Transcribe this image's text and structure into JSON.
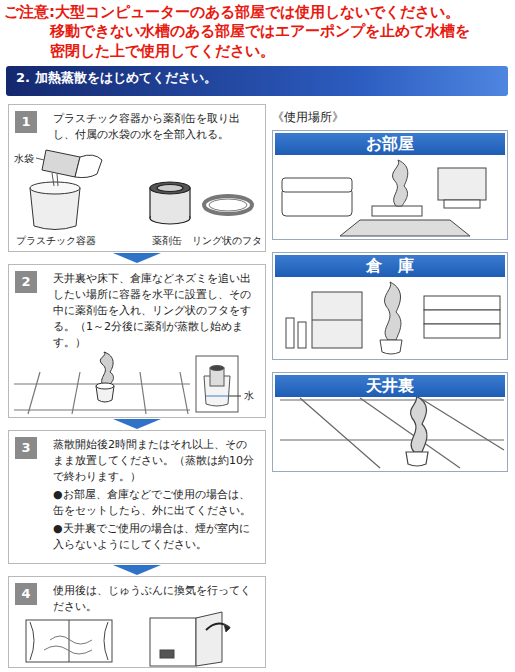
{
  "diagram": {
    "nodes": [
      {
        "text": [
          "2. 加熱蒸散をはじめてください。"
        ]
      },
      {
        "text": [
          "1",
          "プラスチック容器から薬剤缶を取り出し、付属の水袋の水を全部入れる。"
        ]
      },
      {
        "text": [
          "2",
          "天井裏や床下、倉庫などネズミを追い出したい場所に容器を水平に設置し、その中に薬剤缶を入れ、リング状のフタをする。（1～2分後に薬剤が蒸散し始めます。）"
        ]
      },
      {
        "text": [
          "3",
          "蒸散開始後2時間またはそれ以上、そのまま放置してください。（蒸散は約10分で終わります。）",
          "●お部屋、倉庫などでご使用の場合は、缶をセットしたら、外に出てください。",
          "●天井裏でご使用の場合は、煙が室内に入らないようにしてください。"
        ]
      },
      {
        "text": [
          "4",
          "使用後は、じゅうぶんに換気を行ってください。"
        ]
      },
      {
        "text": [
          "お部屋"
        ]
      },
      {
        "text": [
          "倉　庫"
        ]
      },
      {
        "text": [
          "天井裏"
        ]
      }
    ],
    "edges": [
      {
        "from": 1,
        "to": 2,
        "arrow": "to"
      },
      {
        "from": 2,
        "to": 3,
        "arrow": "to"
      },
      {
        "from": 3,
        "to": 4,
        "arrow": "to"
      }
    ],
    "labels": [
      "ご注意:大型コンピューターのある部屋では使用しないでください。",
      "移動できない水槽のある部屋ではエアーポンプを止めて水槽を密閉した上で使用してください。",
      "《使用場所》",
      "水袋",
      "プラスチック容器",
      "薬剤缶",
      "リング状のフタ",
      "水"
    ]
  }
}
